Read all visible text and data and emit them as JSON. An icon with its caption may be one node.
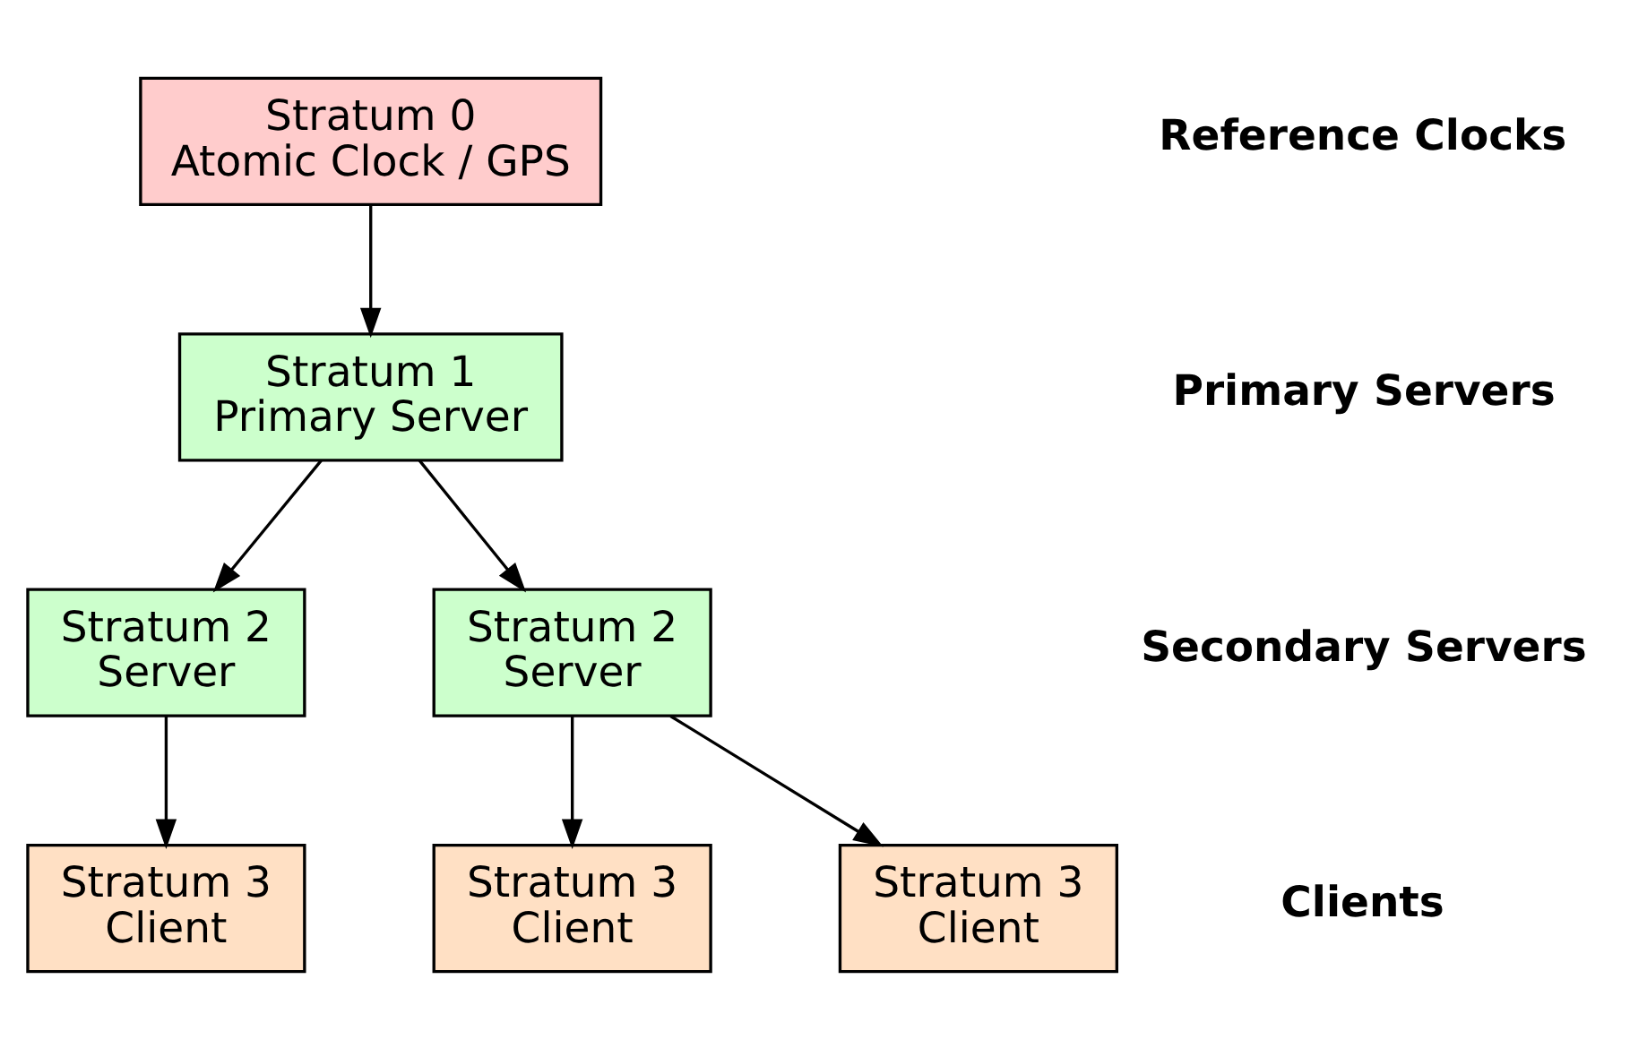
{
  "diagram": {
    "nodes": [
      {
        "text": [
          "Stratum 0",
          "Atomic Clock / GPS"
        ]
      },
      {
        "text": [
          "Stratum 1",
          "Primary Server"
        ]
      },
      {
        "text": [
          "Stratum 2",
          "Server"
        ]
      },
      {
        "text": [
          "Stratum 2",
          "Server"
        ]
      },
      {
        "text": [
          "Stratum 3",
          "Client"
        ]
      },
      {
        "text": [
          "Stratum 3",
          "Client"
        ]
      },
      {
        "text": [
          "Stratum 3",
          "Client"
        ]
      }
    ],
    "edges": [
      {
        "from": 0,
        "to": 1,
        "arrow": "to"
      },
      {
        "from": 1,
        "to": 2,
        "arrow": "to"
      },
      {
        "from": 1,
        "to": 3,
        "arrow": "to"
      },
      {
        "from": 2,
        "to": 4,
        "arrow": "to"
      },
      {
        "from": 3,
        "to": 5,
        "arrow": "to"
      },
      {
        "from": 3,
        "to": 6,
        "arrow": "to"
      }
    ],
    "labels": [
      "Reference Clocks",
      "Primary Servers",
      "Secondary Servers",
      "Clients"
    ]
  }
}
